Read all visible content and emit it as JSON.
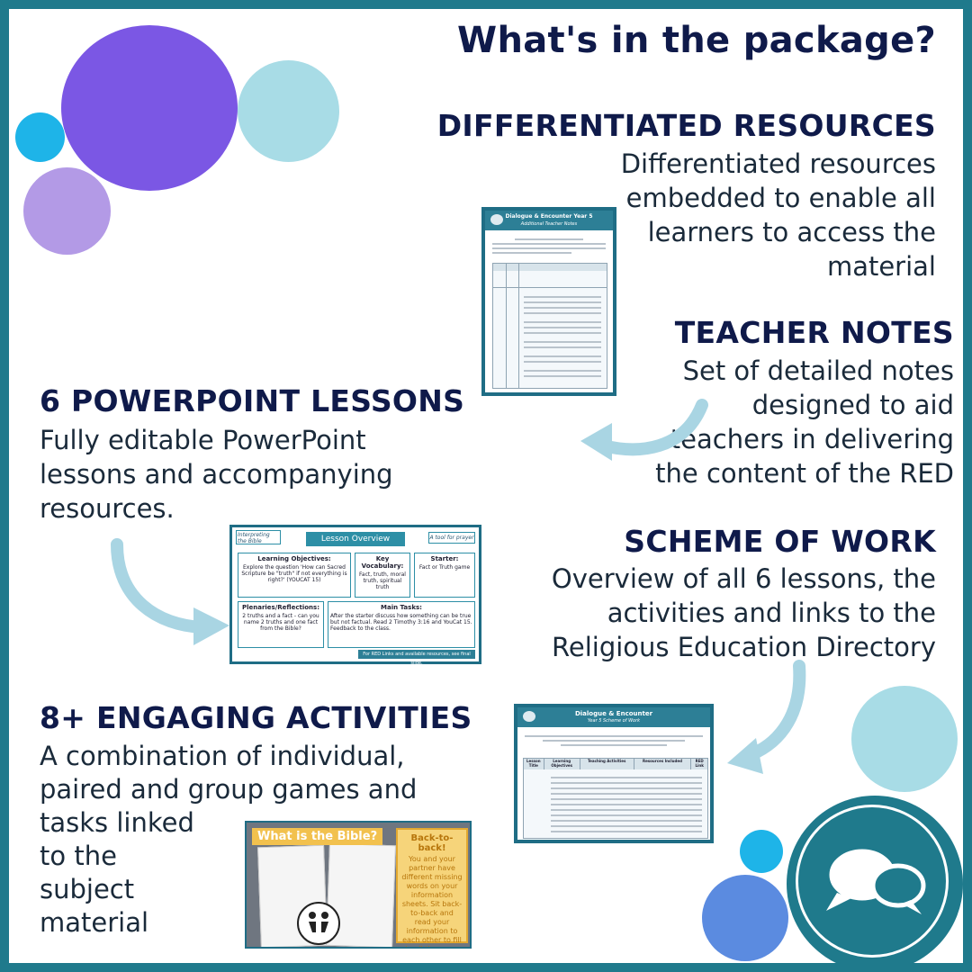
{
  "title": "What's in the package?",
  "sections": {
    "differentiated": {
      "heading": "DIFFERENTIATED RESOURCES",
      "lines": [
        "Differentiated resources",
        "embedded to enable all",
        "learners to access the",
        "material"
      ]
    },
    "teacher_notes": {
      "heading": "TEACHER NOTES",
      "lines": [
        "Set of detailed notes",
        "designed to aid",
        "teachers in delivering",
        "the content of the RED"
      ]
    },
    "powerpoint": {
      "heading": "6 POWERPOINT LESSONS",
      "lines": [
        "Fully editable PowerPoint",
        "lessons and accompanying",
        "resources."
      ]
    },
    "scheme": {
      "heading": "SCHEME OF WORK",
      "lines": [
        "Overview of all 6 lessons, the",
        "activities and links to the",
        "Religious Education Directory"
      ]
    },
    "activities": {
      "heading": "8+ ENGAGING ACTIVITIES",
      "lines": [
        "A combination of individual,",
        "paired and group games and",
        "tasks linked",
        "to the",
        "subject",
        "material"
      ]
    }
  },
  "thumb_teacher": {
    "title": "Dialogue & Encounter Year 5",
    "subtitle": "Additional Teacher Notes"
  },
  "thumb_lesson": {
    "tag_left": "Interpreting the Bible",
    "title": "Lesson Overview",
    "tag_right": "A tool for prayer",
    "objectives_h": "Learning Objectives:",
    "objectives": "Explore the question 'How can Sacred Scripture be \"truth\" if not everything is right?' (YOUCAT 15)",
    "vocab_h": "Key Vocabulary:",
    "vocab": "Fact, truth, moral truth, spiritual truth",
    "starter_h": "Starter:",
    "starter": "Fact or Truth game",
    "plenaries_h": "Plenaries/Reflections:",
    "plenaries": "2 truths and a fact - can you name 2 truths and one fact from the Bible?",
    "main_h": "Main Tasks:",
    "main": "After the starter discuss how something can be true but not factual. Read 2 Timothy 3:16 and YouCat 15. Feedback to the class.",
    "footer": "For RED Links and available resources, see final slide."
  },
  "thumb_scheme": {
    "title": "Dialogue & Encounter",
    "subtitle": "Year 5 Scheme of Work",
    "columns": [
      "Lesson Title",
      "Learning Objectives",
      "Teaching Activities",
      "Resources Included",
      "RED Link"
    ]
  },
  "thumb_activity": {
    "title": "What is the Bible?",
    "card_title": "Back-to-back!",
    "card_text": "You and your partner have different missing words on your information sheets. Sit back-to-back and read your information to each other to fill in all the gaps."
  },
  "colors": {
    "border": "#1f7a8c",
    "heading": "#0f1a4a",
    "purple_big": "#7b57e4",
    "lavender": "#b39ae6",
    "light_blue": "#a8dce6",
    "cyan": "#1eb4e8",
    "blue": "#5b8be0",
    "teal": "#1f7a8c",
    "arrow": "#a9d5e3"
  }
}
